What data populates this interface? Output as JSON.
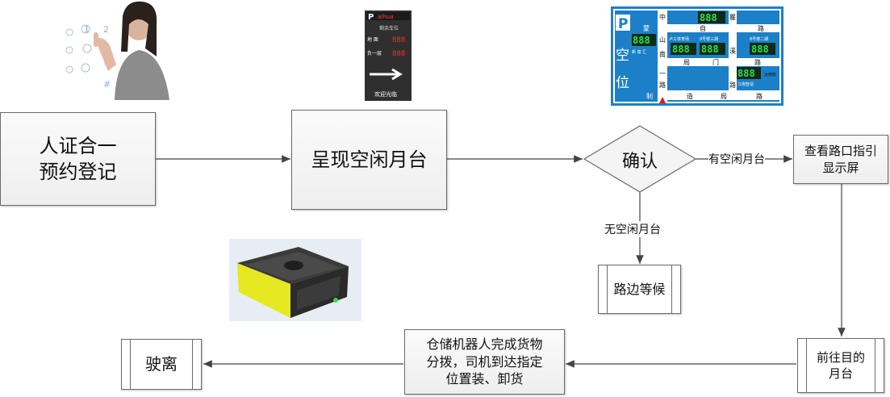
{
  "nodes": {
    "register": "人证合一\n预约登记",
    "show_dock": "呈现空闲月台",
    "confirm": "确认",
    "check_sign": "查看路口指引\n显示屏",
    "wait": "路边等候",
    "go_dock": "前往目的\n月台",
    "robot_task": "仓储机器人完成货物\n分拨，司机到达指定\n位置装、卸货",
    "leave": "驶离"
  },
  "edges": {
    "yes": "有空闲月台",
    "no": "无空闲月台"
  },
  "panel_sign": {
    "brand": "alhua",
    "title": "剩余车位",
    "row1_label": "地 面",
    "row1_value": "888",
    "row2_label": "负一层",
    "row2_value": "888",
    "footer": "欢迎光临"
  },
  "road_sign": {
    "p": "P",
    "left1": "空",
    "left2": "位",
    "col_a": [
      "中",
      "山",
      "南",
      "一",
      "路"
    ],
    "top_row": [
      "蒙",
      "自",
      "路"
    ],
    "mid_row": [
      "局",
      "门",
      "路"
    ],
    "bottom_row": [
      "制",
      "造",
      "局",
      "路"
    ],
    "col_b": [
      "瞿",
      "溪",
      "路"
    ],
    "digits": "888",
    "tag1": "新 富 汇",
    "tag2": "卢工体育场",
    "tag3": "8号楼三期",
    "tag4": "8号楼二期",
    "tag5": "江南智造",
    "tag6": "汝南街"
  },
  "colors": {
    "sign_blue": "#1b80c8",
    "led_green": "#2ee04a",
    "led_red": "#ff2a2a",
    "robot_yellow": "#e5e822"
  }
}
